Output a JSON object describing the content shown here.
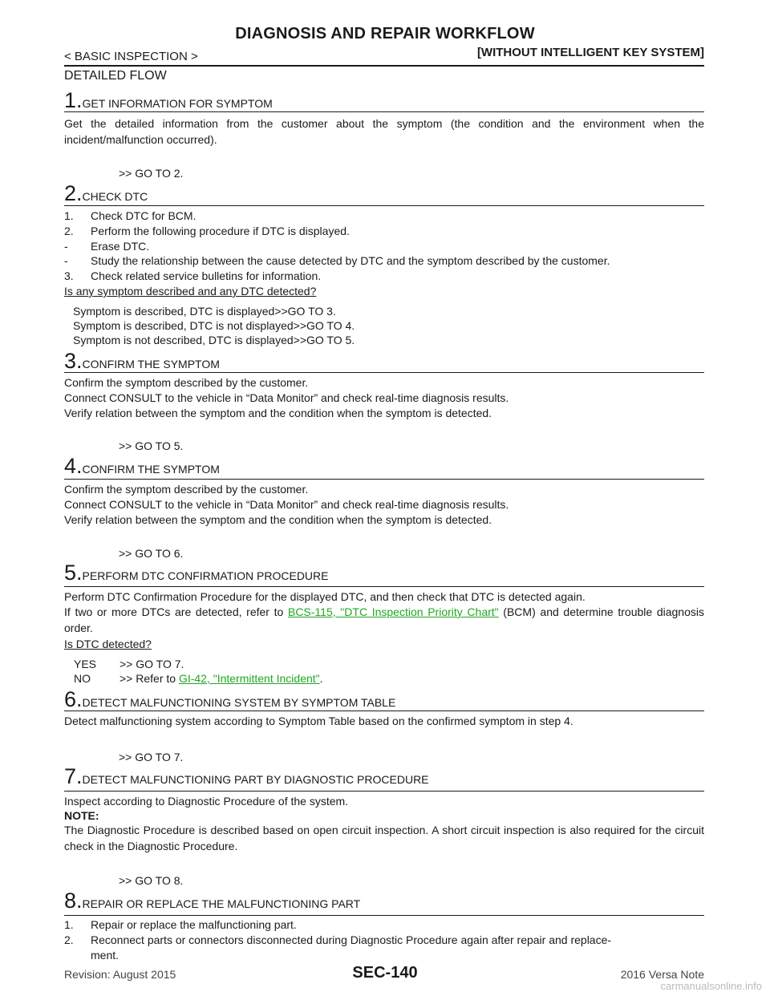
{
  "header": {
    "title": "DIAGNOSIS AND REPAIR WORKFLOW",
    "section": "< BASIC INSPECTION >",
    "condition": "[WITHOUT INTELLIGENT KEY SYSTEM]"
  },
  "flow_title": "DETAILED FLOW",
  "steps": [
    {
      "num": "1.",
      "title": "GET INFORMATION FOR SYMPTOM",
      "body": "Get the detailed information from the customer about the symptom (the condition and the environment when the incident/malfunction occurred).",
      "goto": ">> GO TO 2."
    },
    {
      "num": "2.",
      "title": "CHECK DTC",
      "list": [
        {
          "mark": "1.",
          "text": "Check DTC for BCM."
        },
        {
          "mark": "2.",
          "text": "Perform the following procedure if DTC is displayed."
        },
        {
          "mark": "-",
          "text": "Erase DTC."
        },
        {
          "mark": "-",
          "text": "Study the relationship between the cause detected by DTC and the symptom described by the customer."
        },
        {
          "mark": "3.",
          "text": "Check related service bulletins for information."
        }
      ],
      "question": "Is any symptom described and any DTC detected?",
      "answers": [
        "Symptom is described, DTC is displayed>>GO TO 3.",
        "Symptom is described, DTC is not displayed>>GO TO 4.",
        "Symptom is not described, DTC is displayed>>GO TO 5."
      ]
    },
    {
      "num": "3.",
      "title": "CONFIRM THE SYMPTOM",
      "lines": [
        "Confirm the symptom described by the customer.",
        "Connect CONSULT to the vehicle in “Data Monitor” and check real-time diagnosis results.",
        "Verify relation between the symptom and the condition when the symptom is detected."
      ],
      "goto": ">> GO TO 5."
    },
    {
      "num": "4.",
      "title": "CONFIRM THE SYMPTOM",
      "lines": [
        "Confirm the symptom described by the customer.",
        "Connect CONSULT to the vehicle in “Data Monitor” and check real-time diagnosis results.",
        "Verify relation between the symptom and the condition when the symptom is detected."
      ],
      "goto": ">> GO TO 6."
    },
    {
      "num": "5.",
      "title": "PERFORM DTC CONFIRMATION PROCEDURE",
      "line1": "Perform DTC Confirmation Procedure for the displayed DTC, and then check that DTC is detected again.",
      "line2_pre": "If two or more DTCs are detected, refer to ",
      "line2_link": "BCS-115, \"DTC Inspection Priority Chart\"",
      "line2_post": " (BCM) and determine trouble diagnosis order.",
      "question": "Is DTC detected?",
      "yes_label": "YES",
      "yes_text": ">> GO TO 7.",
      "no_label": "NO",
      "no_pre": ">> Refer to ",
      "no_link": "GI-42, \"Intermittent Incident\"",
      "no_post": "."
    },
    {
      "num": "6.",
      "title": "DETECT MALFUNCTIONING SYSTEM BY SYMPTOM TABLE",
      "body": "Detect malfunctioning system according to Symptom Table based on the confirmed symptom in step 4.",
      "goto": ">> GO TO 7."
    },
    {
      "num": "7.",
      "title": "DETECT MALFUNCTIONING PART BY DIAGNOSTIC PROCEDURE",
      "body": "Inspect according to Diagnostic Procedure of the system.",
      "note_label": "NOTE:",
      "note": "The Diagnostic Procedure is described based on open circuit inspection. A short circuit inspection is also required for the circuit check in the Diagnostic Procedure.",
      "goto": ">> GO TO 8."
    },
    {
      "num": "8.",
      "title": "REPAIR OR REPLACE THE MALFUNCTIONING PART",
      "list": [
        {
          "mark": "1.",
          "text": "Repair or replace the malfunctioning part."
        },
        {
          "mark": "2.",
          "text": "Reconnect parts or connectors disconnected during Diagnostic Procedure again after repair and replace-"
        },
        {
          "mark": "",
          "text": "ment."
        }
      ]
    }
  ],
  "footer": {
    "revision": "Revision: August 2015",
    "page": "SEC-140",
    "model": "2016 Versa Note",
    "watermark": "carmanualsonline.info"
  }
}
